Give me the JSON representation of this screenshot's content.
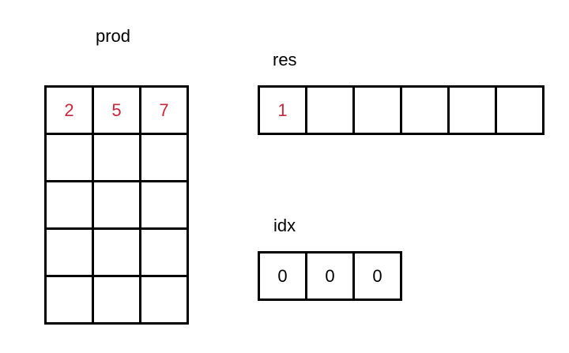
{
  "colors": {
    "accent": "#c8283c",
    "line": "#000000",
    "text": "#000000",
    "background": "#ffffff"
  },
  "prod": {
    "label": "prod",
    "rows": [
      [
        "2",
        "5",
        "7"
      ],
      [
        "",
        "",
        ""
      ],
      [
        "",
        "",
        ""
      ],
      [
        "",
        "",
        ""
      ],
      [
        "",
        "",
        ""
      ]
    ]
  },
  "res": {
    "label": "res",
    "cells": [
      "1",
      "",
      "",
      "",
      "",
      ""
    ]
  },
  "idx": {
    "label": "idx",
    "cells": [
      "0",
      "0",
      "0"
    ]
  }
}
